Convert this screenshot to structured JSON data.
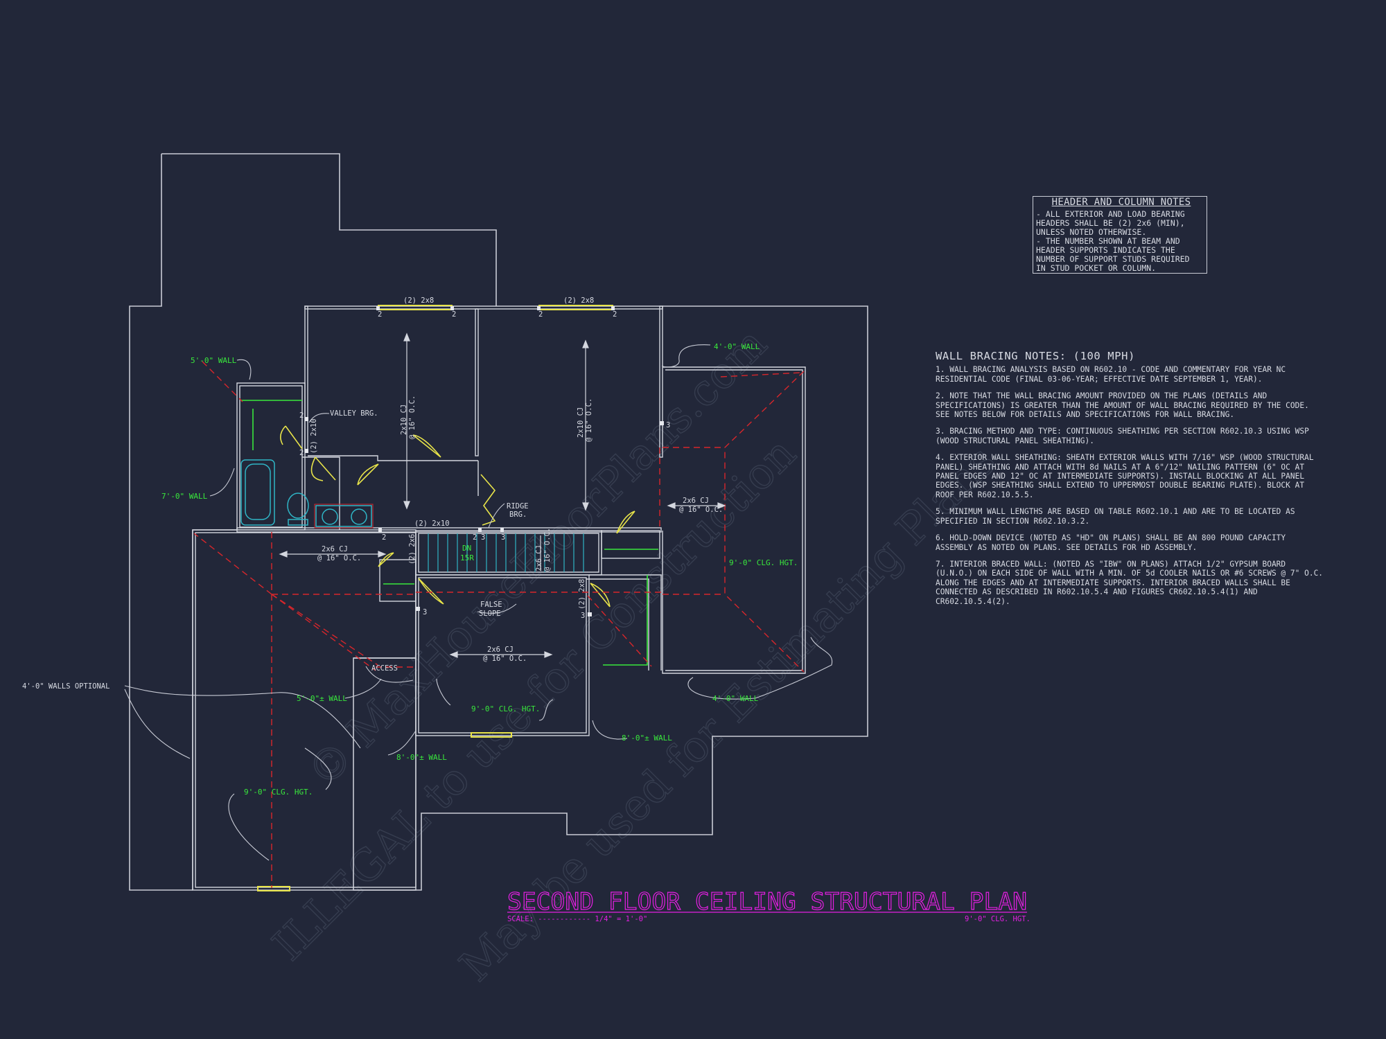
{
  "plan": {
    "title": "SECOND FLOOR CEILING STRUCTURAL PLAN",
    "scale_label": "SCALE: ------------ 1/4\" = 1'-0\"",
    "clg_height": "9'-0\" CLG. HGT."
  },
  "header_notes": {
    "title": "HEADER AND COLUMN NOTES",
    "lines": [
      "- ALL EXTERIOR AND LOAD BEARING",
      "HEADERS SHALL BE (2) 2x6 (MIN),",
      "UNLESS NOTED OTHERWISE.",
      "- THE NUMBER SHOWN AT BEAM AND",
      "HEADER SUPPORTS INDICATES THE",
      "NUMBER OF SUPPORT STUDS REQUIRED",
      "IN STUD POCKET OR COLUMN."
    ]
  },
  "wall_bracing": {
    "title": "WALL BRACING NOTES: (100 MPH)",
    "notes": [
      "1. WALL BRACING ANALYSIS BASED ON R602.10 - CODE AND COMMENTARY FOR YEAR NC RESIDENTIAL CODE (FINAL 03-06-YEAR; EFFECTIVE DATE SEPTEMBER 1, YEAR).",
      "2. NOTE THAT THE WALL BRACING AMOUNT PROVIDED ON THE PLANS (DETAILS AND SPECIFICATIONS) IS GREATER THAN THE AMOUNT OF WALL BRACING REQUIRED BY THE CODE. SEE NOTES BELOW FOR DETAILS AND SPECIFICATIONS FOR WALL BRACING.",
      "3. BRACING METHOD AND TYPE: CONTINUOUS SHEATHING PER SECTION R602.10.3 USING WSP (WOOD STRUCTURAL PANEL SHEATHING).",
      "4. EXTERIOR WALL SHEATHING: SHEATH EXTERIOR WALLS WITH 7/16\" WSP (WOOD STRUCTURAL PANEL) SHEATHING AND ATTACH WITH 8d NAILS AT A 6\"/12\" NAILING PATTERN (6\" OC AT PANEL EDGES AND 12\" OC AT INTERMEDIATE SUPPORTS). INSTALL BLOCKING AT ALL PANEL EDGES. (WSP SHEATHING SHALL EXTEND TO UPPERMOST DOUBLE BEARING PLATE). BLOCK AT ROOF PER R602.10.5.5.",
      "5. MINIMUM WALL LENGTHS ARE BASED ON TABLE R602.10.1 AND ARE TO BE LOCATED AS SPECIFIED IN SECTION R602.10.3.2.",
      "6. HOLD-DOWN DEVICE (NOTED AS \"HD\" ON PLANS) SHALL BE AN 800 POUND CAPACITY ASSEMBLY AS NOTED ON PLANS. SEE DETAILS FOR HD ASSEMBLY.",
      "7. INTERIOR BRACED WALL: (NOTED AS \"IBW\" ON PLANS) ATTACH 1/2\" GYPSUM BOARD (U.N.O.) ON EACH SIDE OF WALL WITH A MIN. OF 5d COOLER NAILS OR #6 SCREWS @ 7\" O.C. ALONG THE EDGES AND AT INTERMEDIATE SUPPORTS. INTERIOR BRACED WALLS SHALL BE CONNECTED AS DESCRIBED IN R602.10.5.4 AND FIGURES CR602.10.5.4(1) AND CR602.10.5.4(2)."
    ]
  },
  "labels": {
    "header_2x8_a": "(2) 2x8",
    "header_2x8_b": "(2) 2x8",
    "wall_5ft_nw": "5'-0\" WALL",
    "wall_4ft_ne": "4'-0\" WALL",
    "valley_brg": "VALLEY BRG.",
    "header_2x10_v": "(2) 2x10",
    "cj_2x10_a": "2x10 CJ",
    "oc_16_a": "@ 16\" O.C.",
    "cj_2x10_b": "2x10 CJ",
    "oc_16_b": "@ 16\" O.C.",
    "wall_7ft": "7'-0\" WALL",
    "ridge_brg_1": "RIDGE",
    "ridge_brg_2": "BRG.",
    "header_2x10_h": "(2) 2x10",
    "cj_2x6_e": "2x6 CJ",
    "oc_16_e": "@ 16\" O.C.",
    "cj_2x6_w": "2x6 CJ",
    "oc_16_w": "@ 16\" O.C.",
    "header_2x6_v": "(2) 2x6",
    "stair_dn": "DN",
    "stair_risers": "15R",
    "cj_2x6_stair": "2x6 CJ",
    "oc_16_stair": "@ 16\" O.C.",
    "clg_9ft_e": "9'-0\" CLG. HGT.",
    "false_slope_1": "FALSE",
    "false_slope_2": "SLOPE",
    "header_2x8_v": "(2) 2x8",
    "cj_2x6_c": "2x6 CJ",
    "oc_16_c": "@ 16\" O.C.",
    "access": "ACCESS",
    "walls_optional": "4'-0\" WALLS OPTIONAL",
    "wall_5ft_c": "5'-0\"± WALL",
    "clg_9ft_c": "9'-0\" CLG. HGT.",
    "wall_4ft_se": "4'-0\" WALL",
    "wall_8ft_r": "8'-0\"± WALL",
    "wall_8ft_l": "8'-0\"± WALL",
    "clg_9ft_sw": "9'-0\" CLG. HGT.",
    "stud_2": "2",
    "stud_3": "3"
  },
  "watermark": {
    "line1": "© MaxHouseFloorPlans.com",
    "line2": "ILLEGAL to use for Construction",
    "line3": "May be used for Estimating Plans"
  },
  "colors": {
    "background": "#222739",
    "line": "#d4d7df",
    "label": "#d8dbe3",
    "green_text": "#39e83c",
    "magenta_title": "#e41fe2",
    "red_dashed": "#d8262b",
    "cyan_fixture": "#2fb5c6",
    "yellow_header": "#e8e44a"
  }
}
